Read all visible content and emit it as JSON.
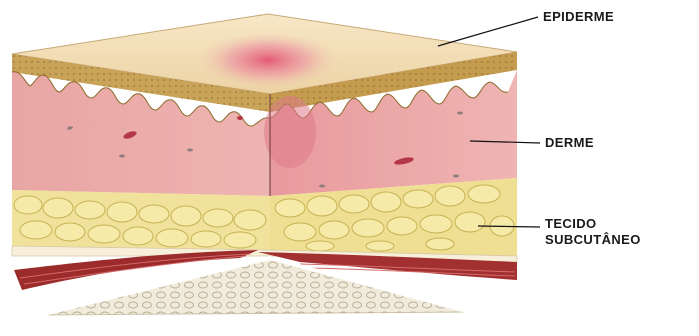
{
  "labels": {
    "epiderme": "EPIDERME",
    "derme": "DERME",
    "tecido_line1": "TECIDO",
    "tecido_line2": "SUBCUTÂNEO"
  },
  "colors": {
    "epidermis_top": "#f2dcb2",
    "epidermis_layer": "#c9a357",
    "dermis": "#e9a9a8",
    "dermis_dark": "#d98a8c",
    "inflammation": "#e0607a",
    "fat": "#f1e39a",
    "fat_outline": "#c9b85c",
    "muscle": "#9c2b2b",
    "fascia": "#f4ead3",
    "bone_surface": "#f1ebdc",
    "leader_line": "#111111"
  }
}
